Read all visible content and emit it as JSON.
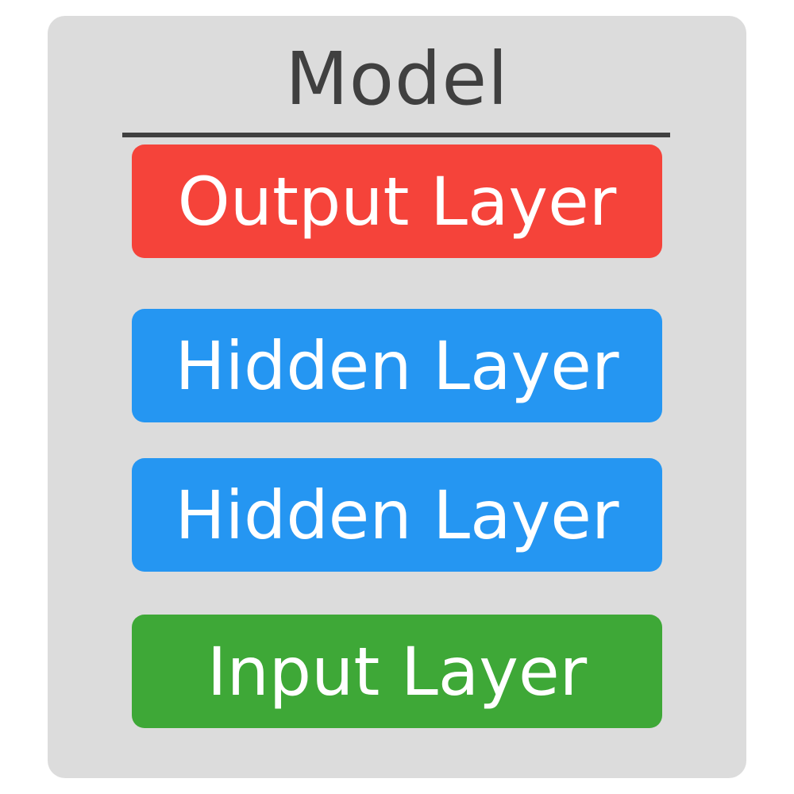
{
  "diagram": {
    "title": "Model",
    "layers": [
      {
        "label": "Output Layer",
        "color": "#f5433a"
      },
      {
        "label": "Hidden Layer",
        "color": "#2596f2"
      },
      {
        "label": "Hidden Layer",
        "color": "#2596f2"
      },
      {
        "label": "Input Layer",
        "color": "#3ea837"
      }
    ]
  }
}
